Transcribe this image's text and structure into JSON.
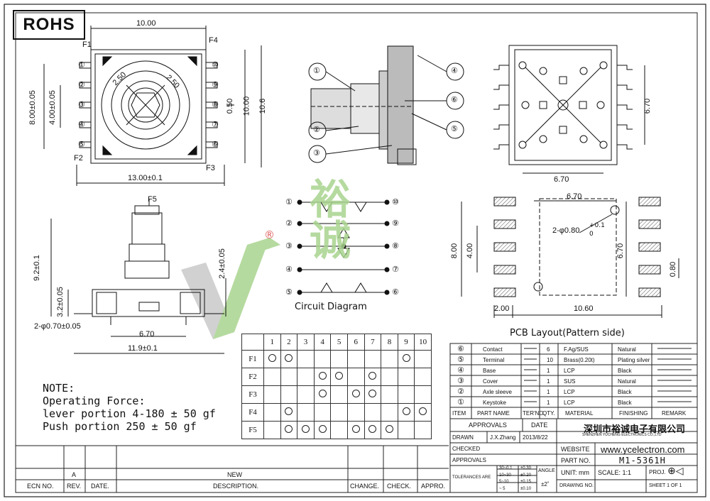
{
  "badge": "ROHS",
  "top_view": {
    "labels": [
      "F1",
      "F4",
      "F2",
      "F3"
    ],
    "dims": [
      "10.00",
      "2.50",
      "2.50",
      "8.00±0.05",
      "4.00±0.05",
      "0.50",
      "10.00",
      "10.6",
      "13.00±0.1"
    ],
    "pins": [
      "①",
      "②",
      "③",
      "④",
      "⑤",
      "⑥",
      "⑦",
      "⑧",
      "⑨",
      "⑩"
    ]
  },
  "section_view": {
    "callouts": [
      "①",
      "②",
      "③",
      "④",
      "⑥",
      "⑤"
    ]
  },
  "bottom_view": {
    "dims": [
      "6.70",
      "6.70"
    ]
  },
  "side_view": {
    "labels": [
      "F5"
    ],
    "dims": [
      "9.2±0.1",
      "3.2±0.05",
      "2.4±0.05",
      "2-φ0.70±0.05",
      "6.70",
      "11.9±0.1"
    ]
  },
  "circuit": {
    "title": "Circuit Diagram",
    "left_pins": [
      "①",
      "②",
      "③",
      "④",
      "⑤"
    ],
    "right_pins": [
      "⑩",
      "⑨",
      "⑧",
      "⑦",
      "⑥"
    ]
  },
  "pcb": {
    "title": "PCB Layout(Pattern side)",
    "dims": [
      "6.70",
      "2-φ0.80",
      "+0.1",
      "0",
      "8.00",
      "4.00",
      "6.70",
      "0.80",
      "2.00",
      "10.60"
    ]
  },
  "note": {
    "lines": [
      "NOTE:",
      "Operating Force:",
      "lever portion 4-180 ± 50 gf",
      "Push portion 250 ± 50 gf"
    ]
  },
  "switch_table": {
    "cols": [
      "1",
      "2",
      "3",
      "4",
      "5",
      "6",
      "7",
      "8",
      "9",
      "10"
    ],
    "rows": [
      {
        "label": "F1",
        "on": [
          1,
          2,
          9
        ]
      },
      {
        "label": "F2",
        "on": [
          4,
          5,
          7
        ]
      },
      {
        "label": "F3",
        "on": [
          4,
          6,
          7
        ]
      },
      {
        "label": "F4",
        "on": [
          2,
          9,
          10
        ]
      },
      {
        "label": "F5",
        "on": [
          2,
          3,
          4,
          6,
          7,
          8
        ]
      }
    ]
  },
  "bom": {
    "rows": [
      {
        "num": "⑥",
        "name": "Contact",
        "ter": "",
        "qty": "6",
        "material": "F.Ag/SUS",
        "finish": "Natural",
        "remark": ""
      },
      {
        "num": "⑤",
        "name": "Terminal",
        "ter": "",
        "qty": "10",
        "material": "Brass(0.20t)",
        "finish": "Plating silver",
        "remark": ""
      },
      {
        "num": "④",
        "name": "Base",
        "ter": "",
        "qty": "1",
        "material": "LCP",
        "finish": "Black",
        "remark": ""
      },
      {
        "num": "③",
        "name": "Cover",
        "ter": "",
        "qty": "1",
        "material": "SUS",
        "finish": "Natural",
        "remark": ""
      },
      {
        "num": "②",
        "name": "Axle sleeve",
        "ter": "",
        "qty": "1",
        "material": "LCP",
        "finish": "Black",
        "remark": ""
      },
      {
        "num": "①",
        "name": "Keystoke",
        "ter": "",
        "qty": "1",
        "material": "LCP",
        "finish": "Black",
        "remark": ""
      }
    ],
    "header": [
      "ITEM",
      "PART NAME",
      "TER'NO.",
      "QTY.",
      "MATERIAL",
      "FINISHING",
      "REMARK"
    ]
  },
  "title_block": {
    "approvals": "APPROVALS",
    "date": "DATE",
    "company_cn": "深圳市裕诚电子有限公司",
    "company_en": "SHENZHEN YUCHENG ELECTRONICS CO.,LTD",
    "drawn": "DRAWN",
    "drawn_by": "J.X.Zhang",
    "drawn_date": "2013/8/22",
    "checked": "CHECKED",
    "approvals2": "APPROVALS",
    "website_label": "WEBSITE",
    "website": "www.ycelectron.com",
    "part_no_label": "PART NO.",
    "part_no": "M1-5361H",
    "tolerances": "TOLERANCES ARE",
    "tol_rows": [
      [
        "30~0.1",
        "±0.30"
      ],
      [
        "10~30",
        "±0.20"
      ],
      [
        "5~10",
        "±0.15"
      ],
      [
        "~ 5",
        "±0.10"
      ]
    ],
    "angle": "ANGLE",
    "angle_val": "±2˚",
    "unit": "UNIT: mm",
    "scale": "SCALE:  1:1",
    "proj": "PROJ.",
    "drawing_no": "DRAWING NO.",
    "sheet": "SHEET   1  OF  1"
  },
  "rev_block": {
    "rev": "A",
    "new": "NEW",
    "headers": [
      "ECN NO.",
      "REV.",
      "DATE.",
      "DESCRIPTION.",
      "CHANGE.",
      "CHECK.",
      "APPRO."
    ]
  },
  "watermark": {
    "brand_cn": "裕诚",
    "mark": "®"
  },
  "colors": {
    "ink": "#111111",
    "watermark_green": "#a9d48f",
    "watermark_gray": "#c9c9c9"
  }
}
